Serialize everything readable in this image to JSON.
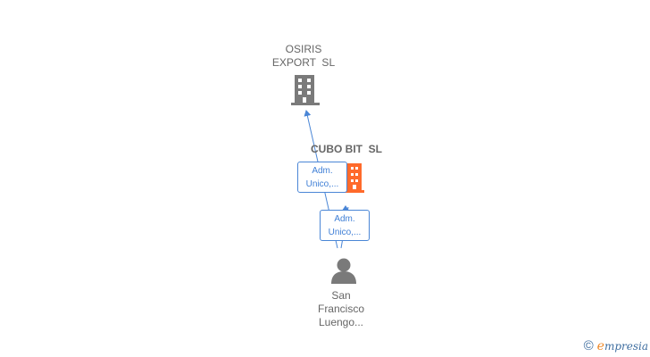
{
  "nodes": {
    "company_top": {
      "name": "OSIRIS\nEXPORT  SL",
      "icon": "building-icon",
      "color": "#7a7a7a"
    },
    "company_mid": {
      "name": "CUBO BIT  SL",
      "icon": "building-icon",
      "color": "#ff6a2b"
    },
    "person": {
      "name": "San\nFrancisco\nLuengo...",
      "icon": "person-icon",
      "color": "#7a7a7a"
    }
  },
  "edges": [
    {
      "from": "person",
      "to": "company_top",
      "label": "Adm.\nUnico,..."
    },
    {
      "from": "person",
      "to": "company_mid",
      "label": "Adm.\nUnico,..."
    }
  ],
  "edge_color": "#4a86d6",
  "footer": {
    "copyright_symbol": "©",
    "brand_initial": "e",
    "brand_rest": "mpresia"
  }
}
